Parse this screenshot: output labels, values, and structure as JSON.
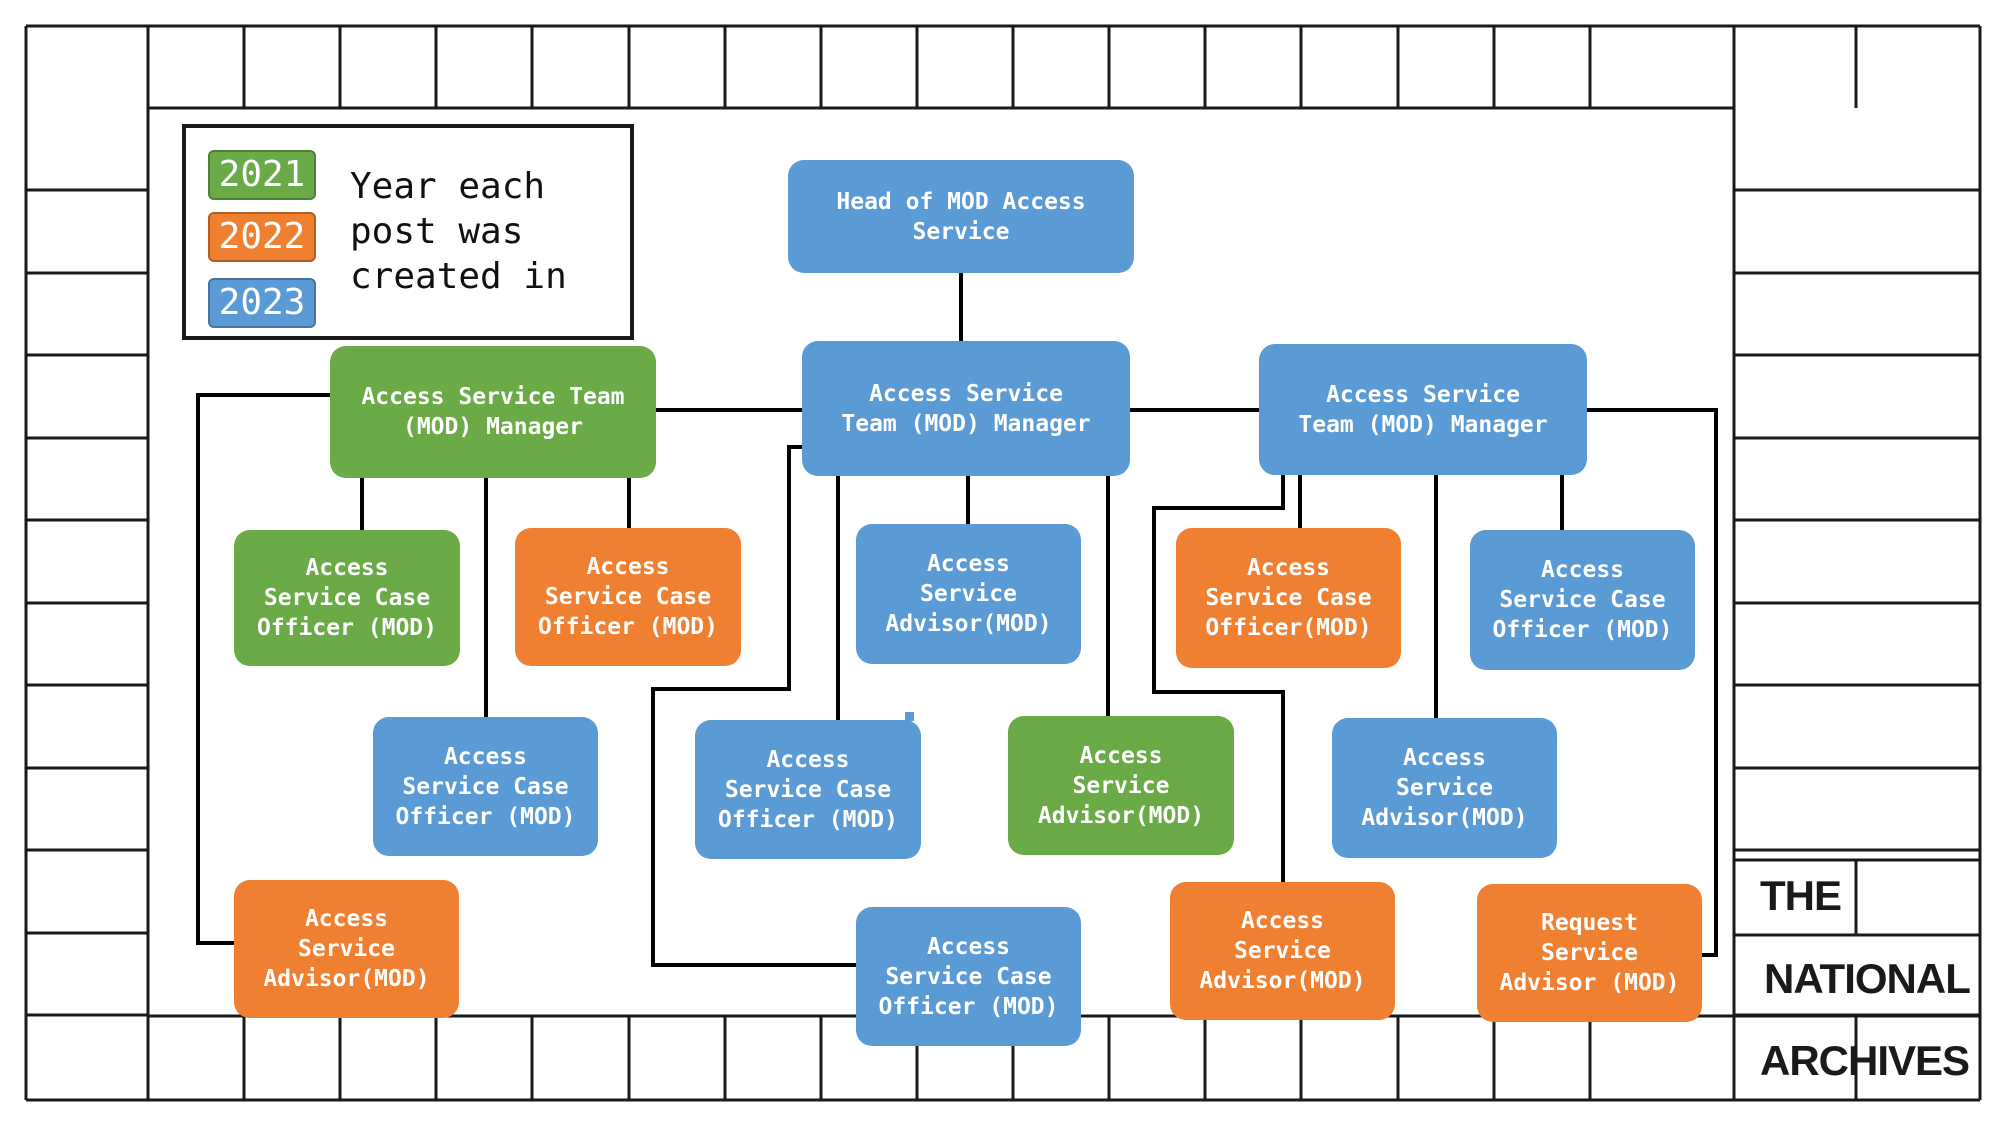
{
  "colors": {
    "y2021": "#6aaa47",
    "y2022": "#ef7f31",
    "y2023": "#5b9bd5",
    "grid_line": "#1a1a1a",
    "connector": "#000000"
  },
  "legend": {
    "entries": [
      {
        "year": "2021",
        "color": "#6aaa47"
      },
      {
        "year": "2022",
        "color": "#ef7f31"
      },
      {
        "year": "2023",
        "color": "#5b9bd5"
      }
    ],
    "caption": "Year each\npost was\ncreated in"
  },
  "nodes": {
    "head": {
      "label": "Head of MOD Access\nService",
      "year": "2023"
    },
    "manager_left": {
      "label": "Access Service Team\n(MOD) Manager",
      "year": "2021"
    },
    "manager_center": {
      "label": "Access Service\nTeam (MOD) Manager",
      "year": "2023"
    },
    "manager_right": {
      "label": "Access Service\nTeam (MOD) Manager",
      "year": "2023"
    },
    "officer_l1": {
      "label": "Access\nService Case\nOfficer (MOD)",
      "year": "2021"
    },
    "officer_l2": {
      "label": "Access\nService Case\nOfficer (MOD)",
      "year": "2022"
    },
    "officer_l3": {
      "label": "Access\nService Case\nOfficer (MOD)",
      "year": "2023"
    },
    "advisor_l4": {
      "label": "Access\nService\nAdvisor(MOD)",
      "year": "2022"
    },
    "advisor_c1": {
      "label": "Access\nService\nAdvisor(MOD)",
      "year": "2023"
    },
    "officer_c2": {
      "label": "Access\nService Case\nOfficer (MOD)",
      "year": "2023"
    },
    "advisor_c3": {
      "label": "Access\nService\nAdvisor(MOD)",
      "year": "2021"
    },
    "officer_c4": {
      "label": "Access\nService Case\nOfficer (MOD)",
      "year": "2023"
    },
    "officer_r1": {
      "label": "Access\nService Case\nOfficer(MOD)",
      "year": "2022"
    },
    "officer_r2": {
      "label": "Access\nService Case\nOfficer (MOD)",
      "year": "2023"
    },
    "advisor_r3": {
      "label": "Access\nService\nAdvisor(MOD)",
      "year": "2023"
    },
    "advisor_r4": {
      "label": "Access\nService\nAdvisor(MOD)",
      "year": "2022"
    },
    "request_r5": {
      "label": "Request\nService\nAdvisor (MOD)",
      "year": "2022"
    }
  },
  "logo": {
    "line1": "THE",
    "line2": "NATIONAL",
    "line3": "ARCHIVES"
  }
}
